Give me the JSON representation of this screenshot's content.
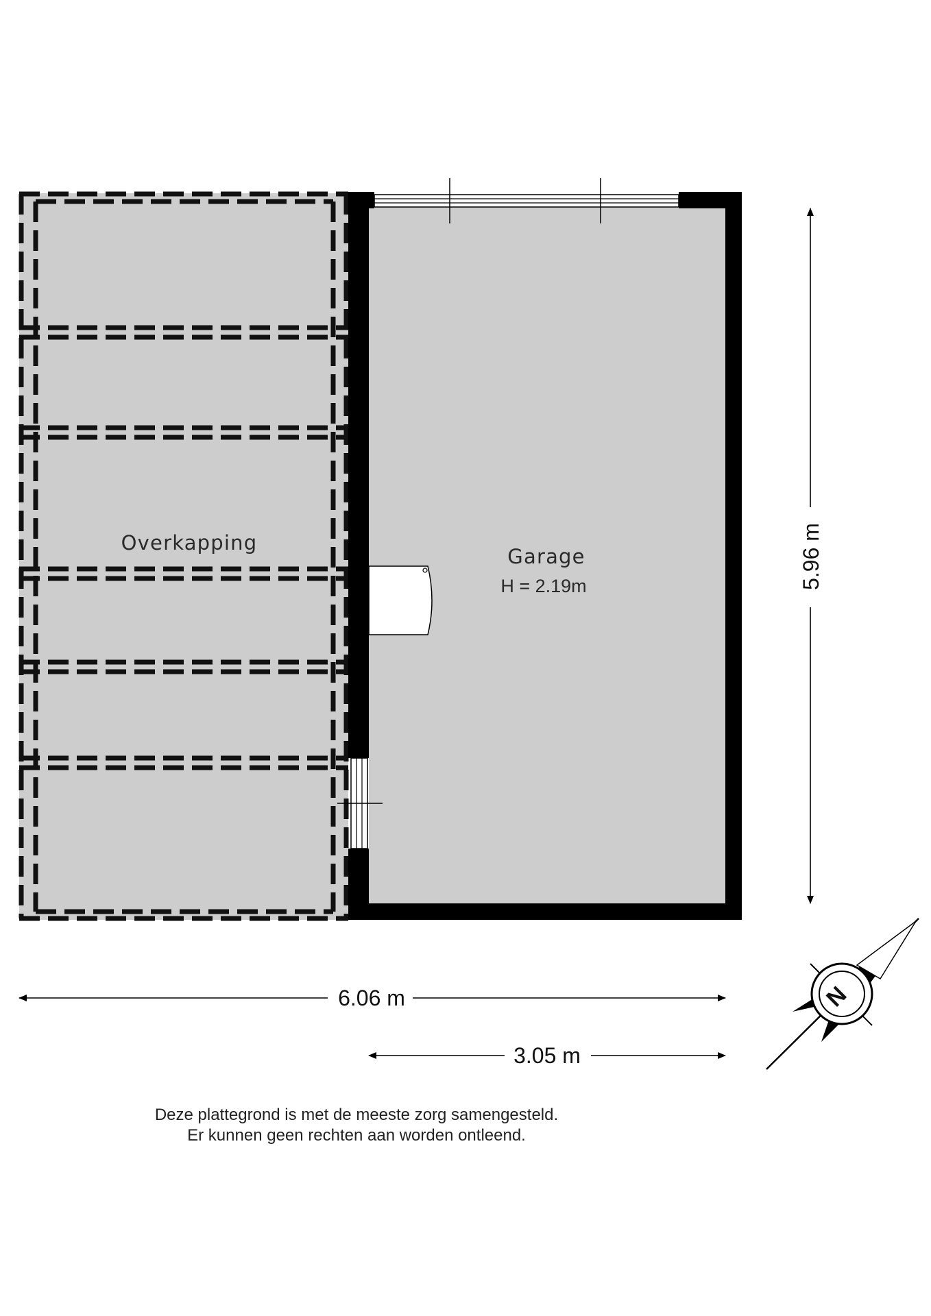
{
  "rooms": {
    "overkapping": {
      "label": "Overkapping"
    },
    "garage": {
      "label": "Garage",
      "height_label": "H = 2.19m"
    }
  },
  "dimensions": {
    "total_width": "6.06 m",
    "garage_width": "3.05 m",
    "garage_depth": "5.96 m"
  },
  "compass": {
    "letter": "N"
  },
  "disclaimer": {
    "line1": "Deze plattegrond is met de meeste zorg samengesteld.",
    "line2": "Er kunnen geen rechten aan worden ontleend."
  },
  "colors": {
    "floor": "#cdcdcd",
    "wall": "#000000",
    "dash": "#111111",
    "background": "#ffffff"
  }
}
